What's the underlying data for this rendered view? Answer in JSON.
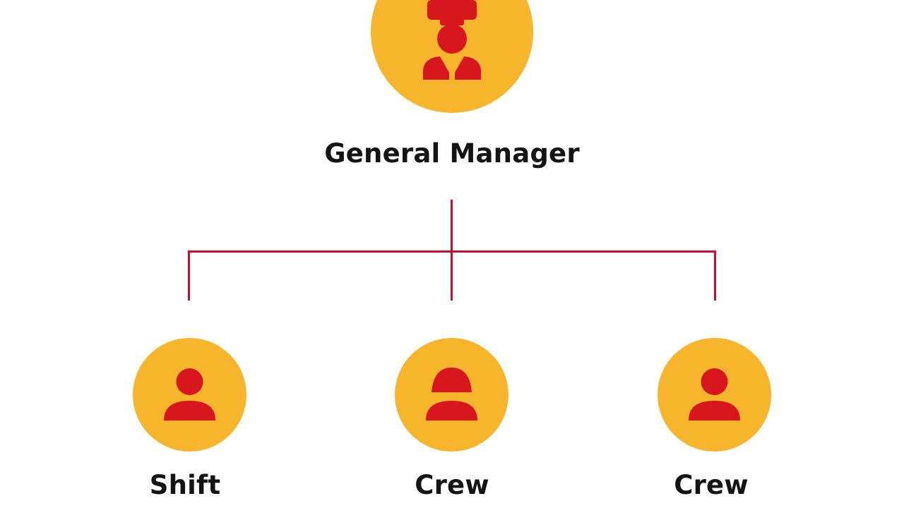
{
  "colors": {
    "circle": "#f7b52c",
    "icon": "#d7161e",
    "line": "#c8102e",
    "text": "#141414"
  },
  "top_node": {
    "label": "General Manager",
    "icon": "manager-with-hat-icon"
  },
  "child_nodes": [
    {
      "label": "Shift",
      "icon": "person-icon"
    },
    {
      "label": "Crew",
      "icon": "person-with-cap-icon"
    },
    {
      "label": "Crew",
      "icon": "person-icon"
    }
  ]
}
